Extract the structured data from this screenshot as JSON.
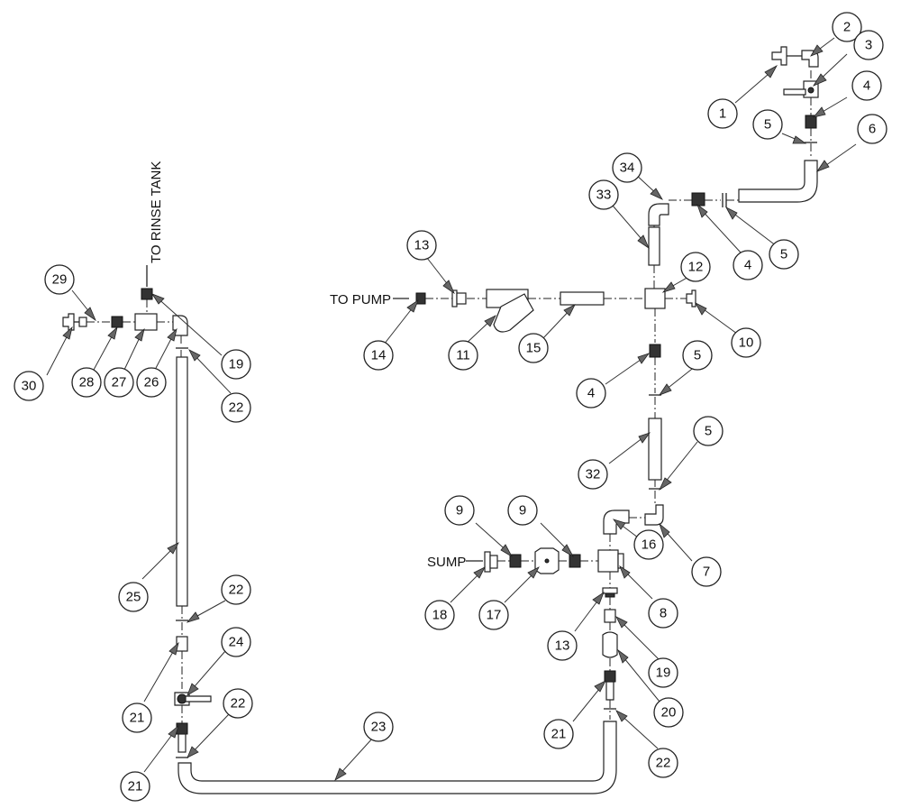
{
  "labels": {
    "to_rinse_tank": "TO RINSE TANK",
    "to_pump": "TO PUMP",
    "sump": "SUMP"
  },
  "callouts": [
    {
      "id": "c1",
      "num": "1"
    },
    {
      "id": "c2",
      "num": "2"
    },
    {
      "id": "c3",
      "num": "3"
    },
    {
      "id": "c4a",
      "num": "4"
    },
    {
      "id": "c5a",
      "num": "5"
    },
    {
      "id": "c6",
      "num": "6"
    },
    {
      "id": "c34",
      "num": "34"
    },
    {
      "id": "c33",
      "num": "33"
    },
    {
      "id": "c4b",
      "num": "4"
    },
    {
      "id": "c5b",
      "num": "5"
    },
    {
      "id": "c12",
      "num": "12"
    },
    {
      "id": "c10",
      "num": "10"
    },
    {
      "id": "c13a",
      "num": "13"
    },
    {
      "id": "c14",
      "num": "14"
    },
    {
      "id": "c11",
      "num": "11"
    },
    {
      "id": "c15",
      "num": "15"
    },
    {
      "id": "c4c",
      "num": "4"
    },
    {
      "id": "c5c",
      "num": "5"
    },
    {
      "id": "c5d",
      "num": "5"
    },
    {
      "id": "c32",
      "num": "32"
    },
    {
      "id": "c7",
      "num": "7"
    },
    {
      "id": "c16",
      "num": "16"
    },
    {
      "id": "c8",
      "num": "8"
    },
    {
      "id": "c9a",
      "num": "9"
    },
    {
      "id": "c9b",
      "num": "9"
    },
    {
      "id": "c18",
      "num": "18"
    },
    {
      "id": "c17",
      "num": "17"
    },
    {
      "id": "c13b",
      "num": "13"
    },
    {
      "id": "c19a",
      "num": "19"
    },
    {
      "id": "c20",
      "num": "20"
    },
    {
      "id": "c21a",
      "num": "21"
    },
    {
      "id": "c22a",
      "num": "22"
    },
    {
      "id": "c23",
      "num": "23"
    },
    {
      "id": "c29",
      "num": "29"
    },
    {
      "id": "c30",
      "num": "30"
    },
    {
      "id": "c28",
      "num": "28"
    },
    {
      "id": "c27",
      "num": "27"
    },
    {
      "id": "c26",
      "num": "26"
    },
    {
      "id": "c19b",
      "num": "19"
    },
    {
      "id": "c22b",
      "num": "22"
    },
    {
      "id": "c25",
      "num": "25"
    },
    {
      "id": "c22c",
      "num": "22"
    },
    {
      "id": "c24",
      "num": "24"
    },
    {
      "id": "c21b",
      "num": "21"
    },
    {
      "id": "c22d",
      "num": "22"
    },
    {
      "id": "c21c",
      "num": "21"
    }
  ]
}
